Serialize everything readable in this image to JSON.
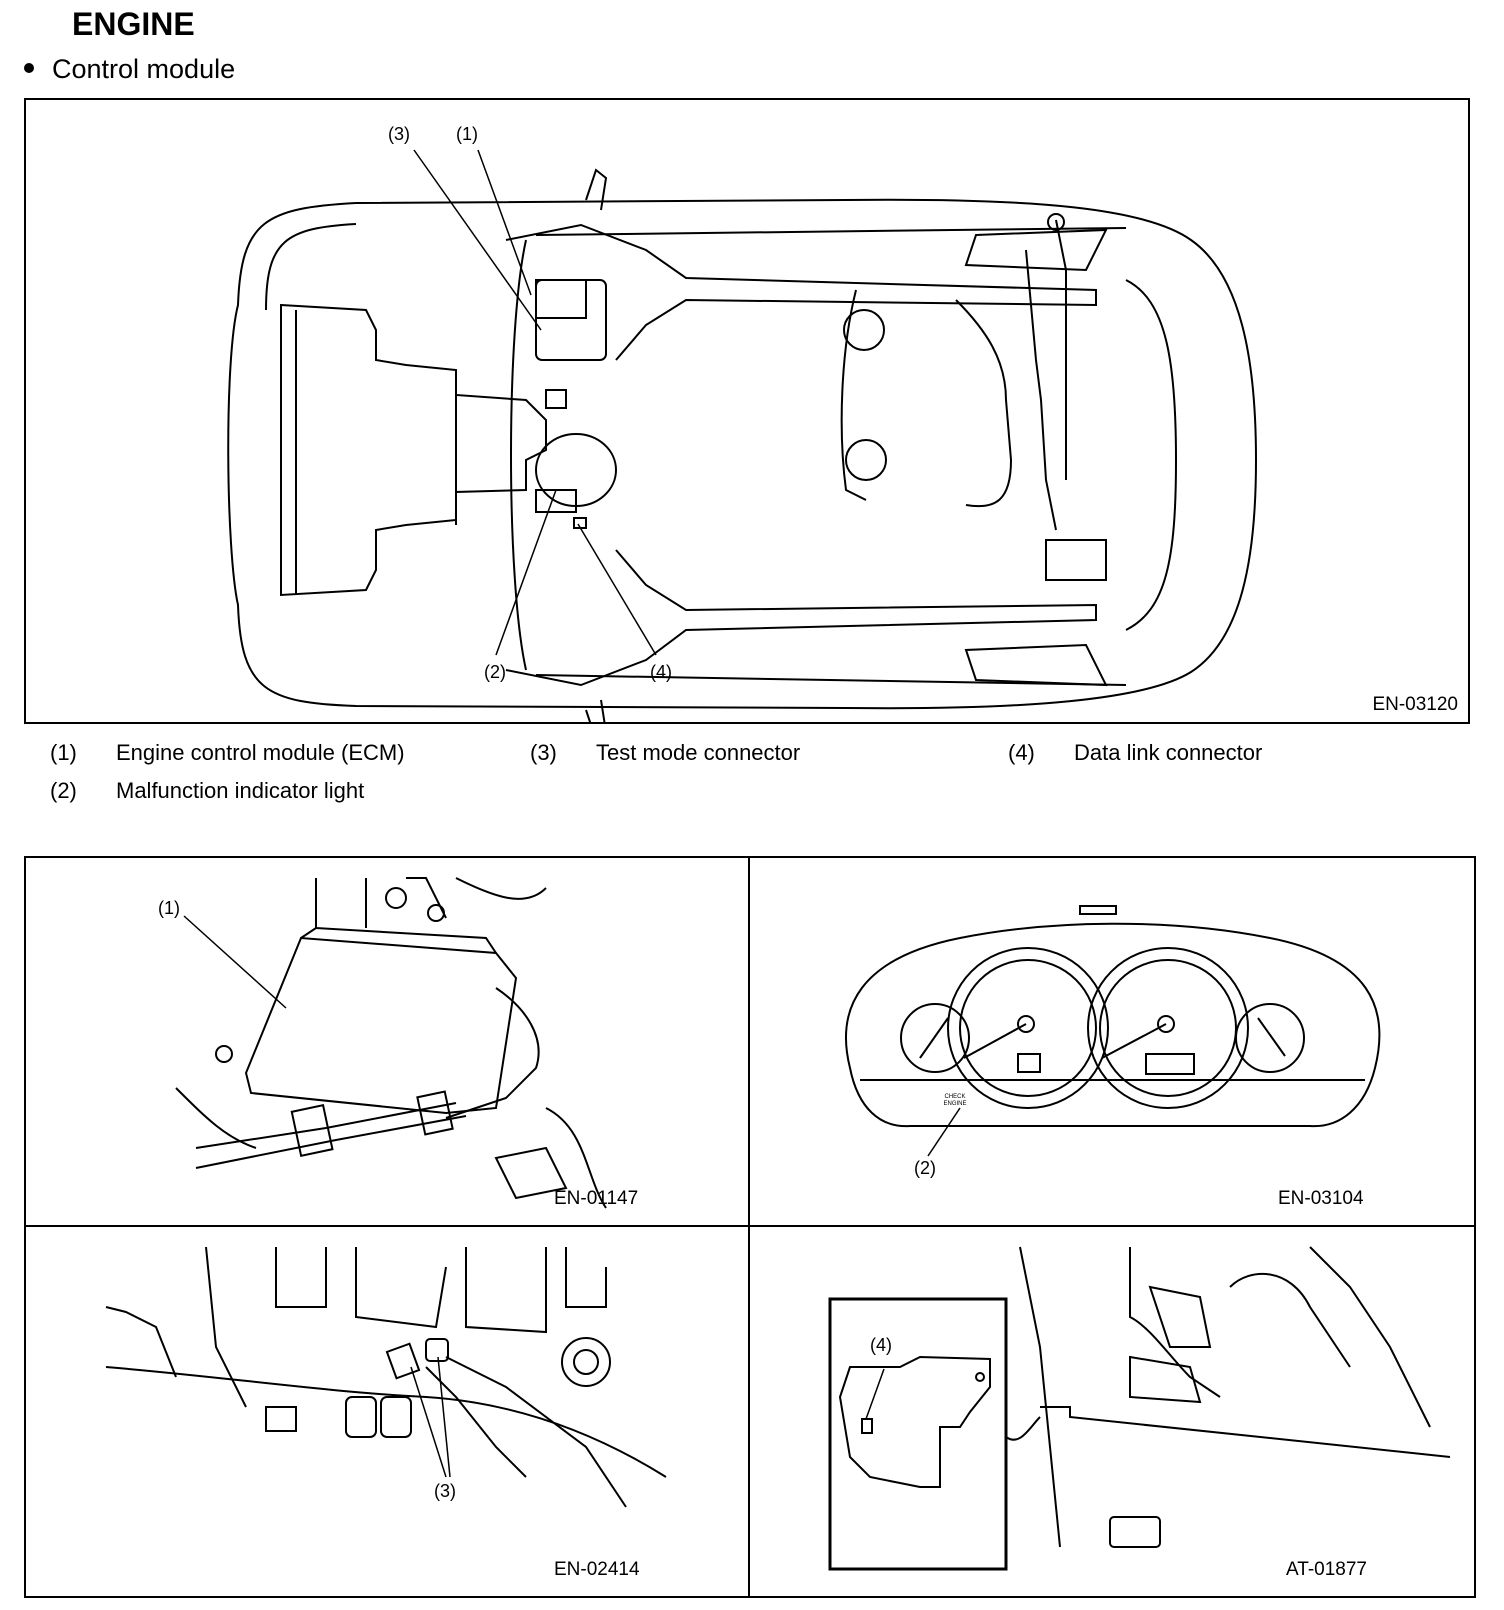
{
  "header": {
    "title": "ENGINE",
    "subtitle": "Control module"
  },
  "main_figure": {
    "code": "EN-03120",
    "callouts": [
      "(1)",
      "(2)",
      "(3)",
      "(4)"
    ]
  },
  "legend": [
    {
      "num": "(1)",
      "text": "Engine control module (ECM)"
    },
    {
      "num": "(3)",
      "text": "Test mode connector"
    },
    {
      "num": "(4)",
      "text": "Data link connector"
    },
    {
      "num": "(2)",
      "text": "Malfunction indicator light"
    }
  ],
  "panels": [
    {
      "code": "EN-01147",
      "callout": "(1)"
    },
    {
      "code": "EN-03104",
      "callout": "(2)",
      "gauge_text": "CHECK ENGINE"
    },
    {
      "code": "EN-02414",
      "callout": "(3)"
    },
    {
      "code": "AT-01877",
      "callout": "(4)"
    }
  ]
}
